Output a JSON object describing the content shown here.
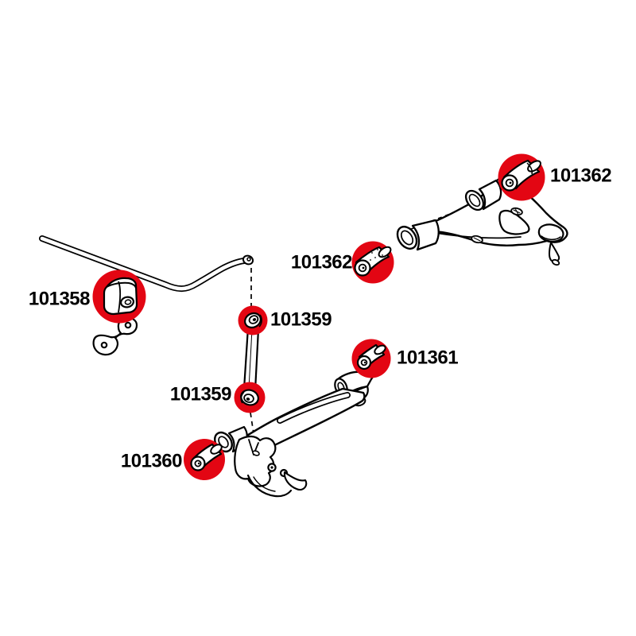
{
  "diagram": {
    "background": "#ffffff",
    "outline_color": "#000000",
    "highlight_color": "#e30613",
    "description": "Front suspension polyurethane bush fitment diagram",
    "parts": {
      "anti_roll_bar_bush": "101358",
      "drop_link_upper_bush": "101359",
      "drop_link_lower_bush": "101359",
      "lower_arm_front_bush": "101360",
      "lower_arm_rear_bush": "101361",
      "upper_arm_front_bush": "101362",
      "upper_arm_rear_bush": "101362"
    }
  }
}
